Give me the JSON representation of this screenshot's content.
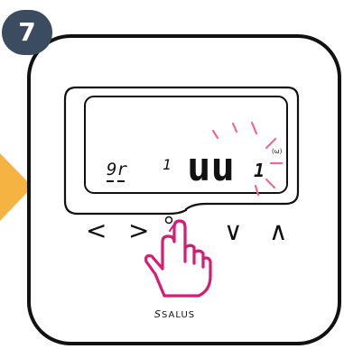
{
  "step": {
    "number": "7"
  },
  "display": {
    "left_segment": "9r",
    "middle_segment": "1",
    "main_segment": "uu",
    "trailing_segment": "1",
    "badge": "(ω)"
  },
  "buttons": {
    "left_arrow": "<",
    "right_arrow": ">",
    "down_arrow": "∨",
    "up_arrow": "∧"
  },
  "brand": {
    "name": "SALUS",
    "mark": "S"
  },
  "colors": {
    "badge_bg": "#3b4b60",
    "frame": "#111111",
    "hand": "#d81b73",
    "side_arrow": "#f5b342",
    "blink": "#ef6a8f"
  }
}
